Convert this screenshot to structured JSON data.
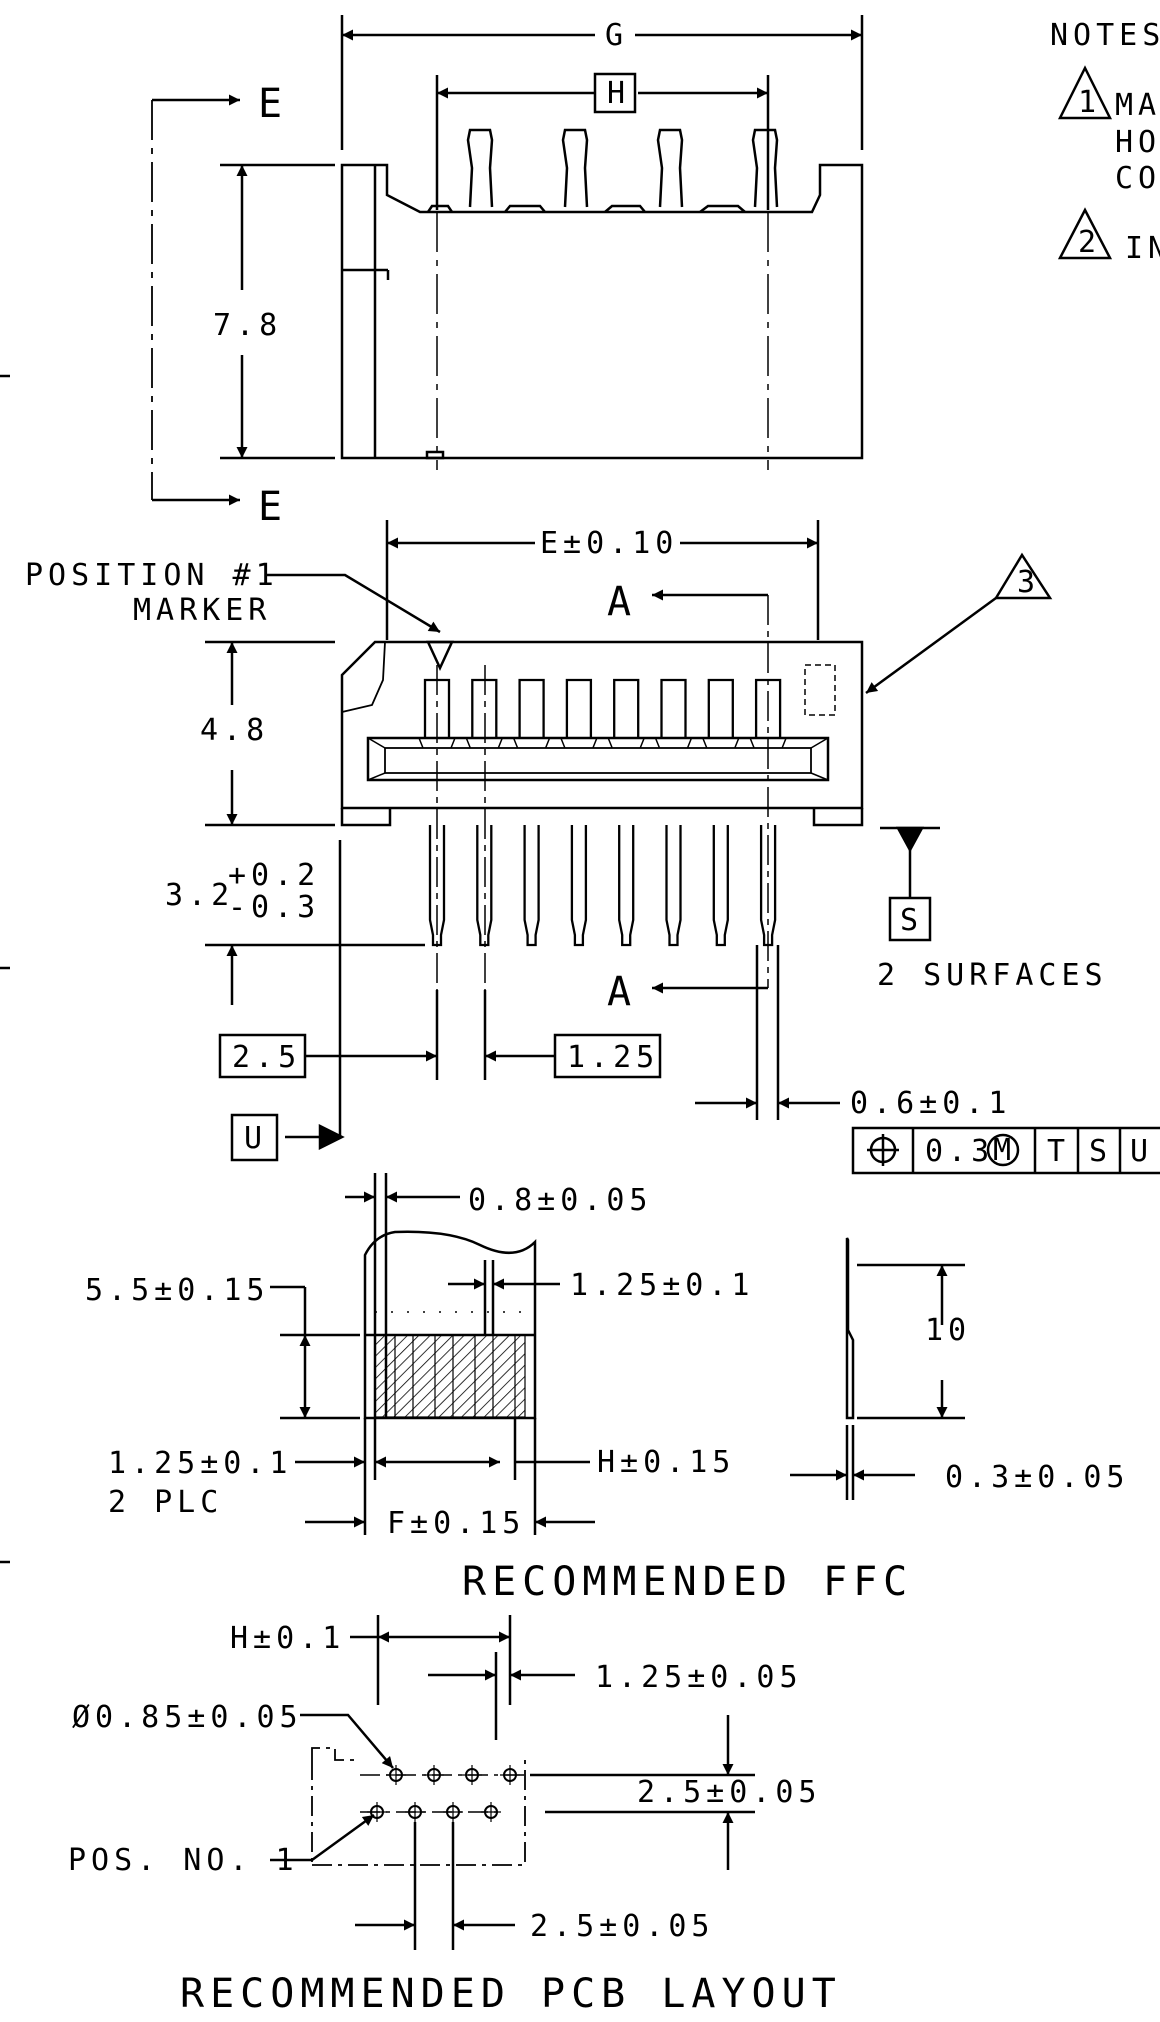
{
  "notes": {
    "heading": "NOTES",
    "note1_fragment": "MA",
    "note1_line2": "HO",
    "note1_line3": "CO",
    "note2_fragment": "IN",
    "flag1": "1",
    "flag2": "2",
    "flag3": "3"
  },
  "side_view": {
    "dim_g": "G",
    "dim_h": "H",
    "height": "7.8",
    "section_label": "E"
  },
  "front_view": {
    "width_tol": "E±0.10",
    "position_marker_line1": "POSITION #1",
    "position_marker_line2": "MARKER",
    "section_label": "A",
    "height": "4.8",
    "lead_length": "3.2",
    "lead_tol_plus": "+0.2",
    "lead_tol_minus": "-0.3",
    "datum_s": "S",
    "surfaces": "2 SURFACES",
    "dim_2_5": "2.5",
    "dim_1_25": "1.25",
    "datum_u": "U",
    "lead_width": "0.6±0.1",
    "fcf": {
      "symbol": "⌖",
      "tolerance": "0.3",
      "modifier": "M",
      "datums": [
        "T",
        "S",
        "U"
      ]
    }
  },
  "ffc": {
    "dim_top": "0.8±0.05",
    "dim_height": "5.5±0.15",
    "dim_pitch": "1.25±0.1",
    "dim_side": "1.25±0.1",
    "plc": "2 PLC",
    "dim_h": "H±0.15",
    "dim_f": "F±0.15",
    "dim_10": "10",
    "dim_thick": "0.3±0.05",
    "title": "RECOMMENDED FFC"
  },
  "pcb": {
    "dim_h": "H±0.1",
    "dim_pitch": "1.25±0.05",
    "dim_hole": "Ø0.85±0.05",
    "dim_row": "2.5±0.05",
    "pos_no": "POS. NO. 1",
    "dim_bottom": "2.5±0.05",
    "title": "RECOMMENDED PCB LAYOUT"
  }
}
